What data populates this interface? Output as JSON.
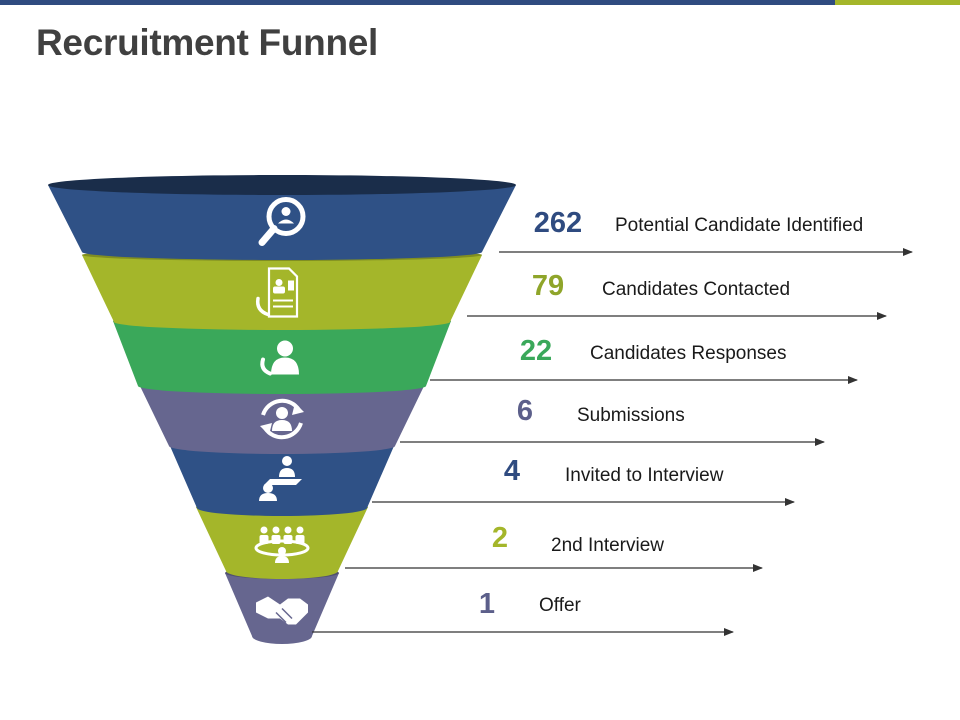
{
  "slide": {
    "title": "Recruitment Funnel",
    "accent_colors": {
      "bar_primary": "#2f4b80",
      "bar_secondary": "#a4b62a"
    }
  },
  "funnel": {
    "stages": [
      {
        "value": "262",
        "label": "Potential Candidate Identified",
        "color": "#2f5186",
        "value_color": "#2f4b80",
        "icon": "search-user-icon"
      },
      {
        "value": "79",
        "label": "Candidates Contacted",
        "color": "#a4b62a",
        "value_color": "#8fa52a",
        "icon": "resume-document-icon"
      },
      {
        "value": "22",
        "label": "Candidates Responses",
        "color": "#3aa85a",
        "value_color": "#3aa85a",
        "icon": "person-phone-icon"
      },
      {
        "value": "6",
        "label": "Submissions",
        "color": "#66668f",
        "value_color": "#5c5f8a",
        "icon": "person-refresh-icon"
      },
      {
        "value": "4",
        "label": "Invited to Interview",
        "color": "#2f5186",
        "value_color": "#2f4b80",
        "icon": "interview-desk-icon"
      },
      {
        "value": "2",
        "label": "2nd Interview",
        "color": "#a4b62a",
        "value_color": "#a4b62a",
        "icon": "panel-meeting-icon"
      },
      {
        "value": "1",
        "label": "Offer",
        "color": "#66668f",
        "value_color": "#5c5f8a",
        "icon": "handshake-icon"
      }
    ]
  }
}
